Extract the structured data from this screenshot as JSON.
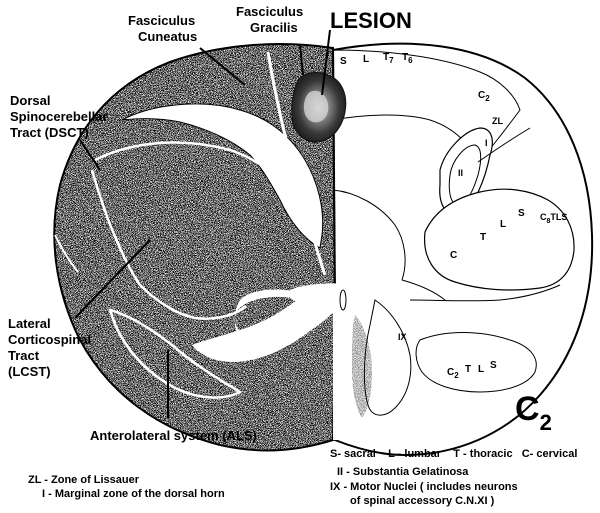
{
  "title": "LESION",
  "level_marker": {
    "main": "C",
    "sub": "2"
  },
  "left_labels": {
    "fasciculus_cuneatus": [
      "Fasciculus",
      "Cuneatus"
    ],
    "fasciculus_gracilis": [
      "Fasciculus",
      "Gracilis"
    ],
    "dsct": [
      "Dorsal",
      "Spinocerebellar",
      "Tract (DSCT)"
    ],
    "lcst": [
      "Lateral",
      "Corticospinal",
      "Tract",
      "(LCST)"
    ],
    "als": "Anterolateral system (ALS)"
  },
  "right_labels": {
    "dorsal_s": "S",
    "dorsal_l": "L",
    "dorsal_t7": {
      "main": "T",
      "sub": "7"
    },
    "dorsal_t6": {
      "main": "T",
      "sub": "6"
    },
    "c2": {
      "main": "C",
      "sub": "2"
    },
    "zl": "ZL",
    "marginal_i": "I",
    "substantia_ii": "II",
    "dsct_s": "S",
    "dsct_l": "L",
    "dsct_t": "T",
    "dsct_c": "C",
    "dsct_c8tls": {
      "main": "C",
      "sub": "8",
      "rest": "TLS"
    },
    "motor_ix": "IX",
    "ventral_c2": {
      "main": "C",
      "sub": "2"
    },
    "ventral_t": "T",
    "ventral_l": "L",
    "ventral_s": "S"
  },
  "legend": {
    "segments": "S- sacral    L - lumbar    T - thoracic   C- cervical",
    "zl": "ZL - Zone of Lissauer",
    "marginal": "I - Marginal zone of the dorsal horn",
    "substantia": "II - Substantia Gelatinosa",
    "motor_1": "IX - Motor Nuclei ( includes neurons",
    "motor_2": "of spinal accessory C.N.XI )"
  }
}
